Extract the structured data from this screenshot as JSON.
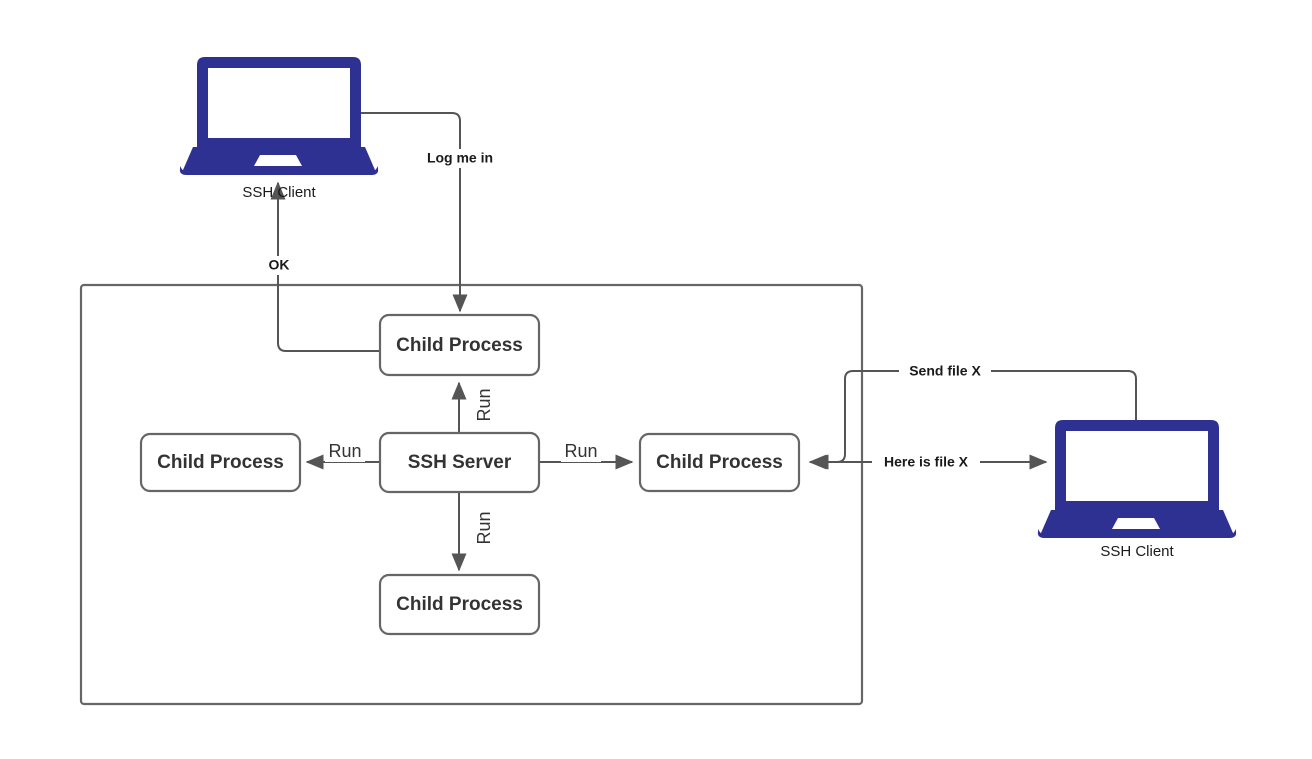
{
  "diagram": {
    "title": "SSH Server and Child Processes",
    "colors": {
      "laptop": "#2e3192",
      "box_stroke": "#666666",
      "box_fill": "#ffffff",
      "edge": "#555555",
      "text": "#1a1a1a",
      "node_text": "#333333",
      "background": "#ffffff"
    },
    "devices": [
      {
        "id": "client-top",
        "label": "SSH Client",
        "icon": "laptop-icon"
      },
      {
        "id": "client-right",
        "label": "SSH Client",
        "icon": "laptop-icon"
      }
    ],
    "nodes": [
      {
        "id": "child-top",
        "label": "Child Process"
      },
      {
        "id": "child-left",
        "label": "Child Process"
      },
      {
        "id": "ssh-server",
        "label": "SSH Server"
      },
      {
        "id": "child-right",
        "label": "Child Process"
      },
      {
        "id": "child-bottom",
        "label": "Child Process"
      }
    ],
    "edges": [
      {
        "id": "edge-log-me-in",
        "label": "Log me in",
        "from": "client-top",
        "to": "child-top",
        "style": "bold",
        "orientation": "horizontal"
      },
      {
        "id": "edge-ok",
        "label": "OK",
        "from": "child-top",
        "to": "client-top",
        "style": "bold",
        "orientation": "horizontal"
      },
      {
        "id": "edge-run-up",
        "label": "Run",
        "from": "ssh-server",
        "to": "child-top",
        "style": "plain",
        "orientation": "vertical"
      },
      {
        "id": "edge-run-left",
        "label": "Run",
        "from": "ssh-server",
        "to": "child-left",
        "style": "plain",
        "orientation": "horizontal"
      },
      {
        "id": "edge-run-right",
        "label": "Run",
        "from": "ssh-server",
        "to": "child-right",
        "style": "plain",
        "orientation": "horizontal"
      },
      {
        "id": "edge-run-down",
        "label": "Run",
        "from": "ssh-server",
        "to": "child-bottom",
        "style": "plain",
        "orientation": "vertical"
      },
      {
        "id": "edge-send-file",
        "label": "Send file X",
        "from": "client-right",
        "to": "child-right",
        "style": "bold",
        "orientation": "horizontal"
      },
      {
        "id": "edge-here-is-file",
        "label": "Here is file X",
        "from": "child-right",
        "to": "client-right",
        "style": "bold",
        "orientation": "horizontal"
      }
    ],
    "container": {
      "id": "server-host-boundary",
      "label": ""
    }
  }
}
